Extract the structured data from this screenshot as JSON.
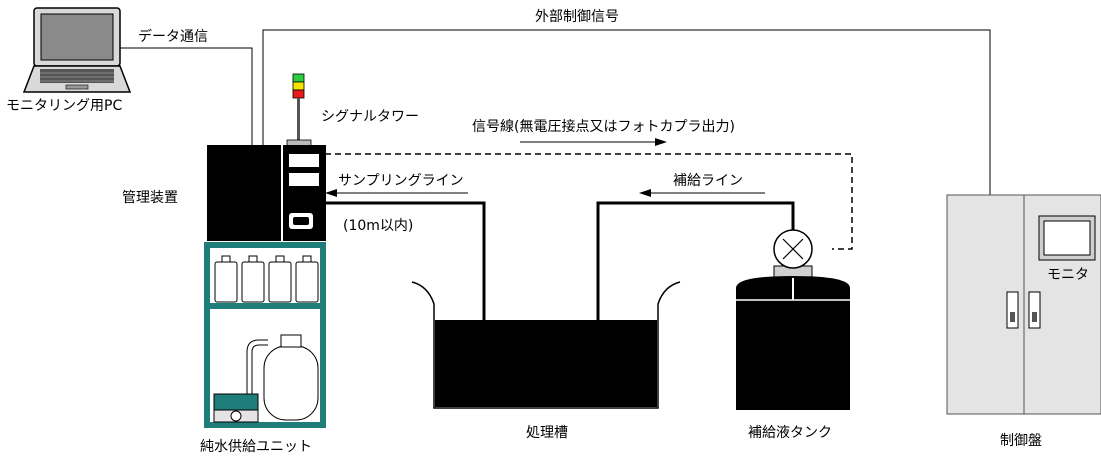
{
  "labels": {
    "external_signal": "外部制御信号",
    "data_comm": "データ通信",
    "monitoring_pc": "モニタリング用PC",
    "signal_tower": "シグナルタワー",
    "signal_line": "信号線(無電圧接点又はフォトカプラ出力)",
    "management_device": "管理装置",
    "sampling_line": "サンプリングライン",
    "within_10m": "(10m以内)",
    "supply_line": "補給ライン",
    "pure_water_unit": "純水供給ユニット",
    "treatment_tank": "処理槽",
    "supply_tank": "補給液タンク",
    "control_panel": "制御盤",
    "monitor": "モニタ"
  },
  "colors": {
    "tower_green": "#2ecc40",
    "tower_yellow": "#f5e400",
    "tower_red": "#e81c1c",
    "rack_teal": "#1f7d7a",
    "panel_gray": "#e4e4e4"
  }
}
